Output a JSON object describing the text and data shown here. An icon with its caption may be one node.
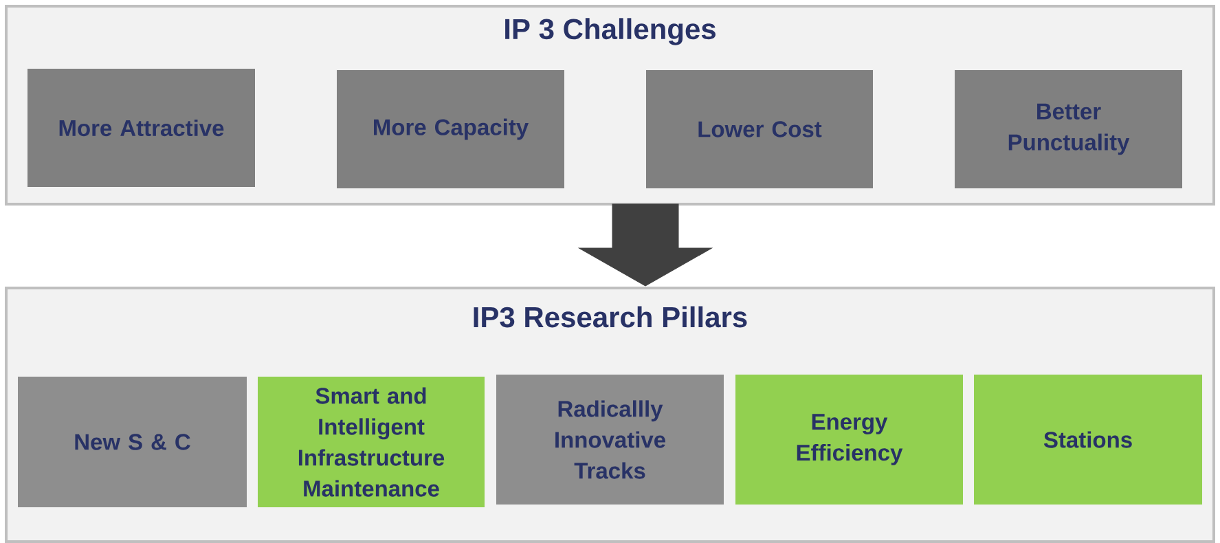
{
  "diagram": {
    "nodes": [
      {
        "text": [
          "IP 3 Challenges"
        ]
      },
      {
        "text": [
          "More Attractive"
        ],
        "in": 0
      },
      {
        "text": [
          "More Capacity"
        ],
        "in": 0
      },
      {
        "text": [
          "Lower Cost"
        ],
        "in": 0
      },
      {
        "text": [
          "Better Punctuality"
        ],
        "in": 0
      },
      {
        "text": [
          "IP3 Research Pillars"
        ]
      },
      {
        "text": [
          "New S & C"
        ],
        "in": 5
      },
      {
        "text": [
          "Smart and Intelligent Infrastructure Maintenance"
        ],
        "in": 5
      },
      {
        "text": [
          "Radicallly Innovative Tracks"
        ],
        "in": 5
      },
      {
        "text": [
          "Energy Efficiency"
        ],
        "in": 5
      },
      {
        "text": [
          "Stations"
        ],
        "in": 5
      }
    ],
    "edges": [
      {
        "from": 0,
        "to": 5,
        "arrow": "to",
        "style": "thick"
      }
    ]
  }
}
